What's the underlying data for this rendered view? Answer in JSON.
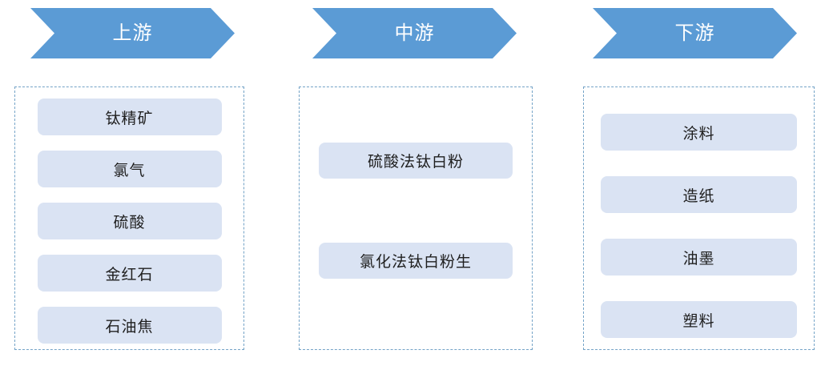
{
  "diagram": {
    "stages": [
      {
        "header": "上游",
        "items": [
          "钛精矿",
          "氯气",
          "硫酸",
          "金红石",
          "石油焦"
        ]
      },
      {
        "header": "中游",
        "items": [
          "硫酸法钛白粉",
          "氯化法钛白粉生"
        ]
      },
      {
        "header": "下游",
        "items": [
          "涂料",
          "造纸",
          "油墨",
          "塑料"
        ]
      }
    ]
  },
  "colors": {
    "arrow_fill": "#5B9BD5",
    "arrow_text": "#FFFFFF",
    "box_fill": "#DAE3F3",
    "panel_border": "#74A3C7",
    "item_text": "#1F1F1F",
    "background": "#FFFFFF"
  }
}
